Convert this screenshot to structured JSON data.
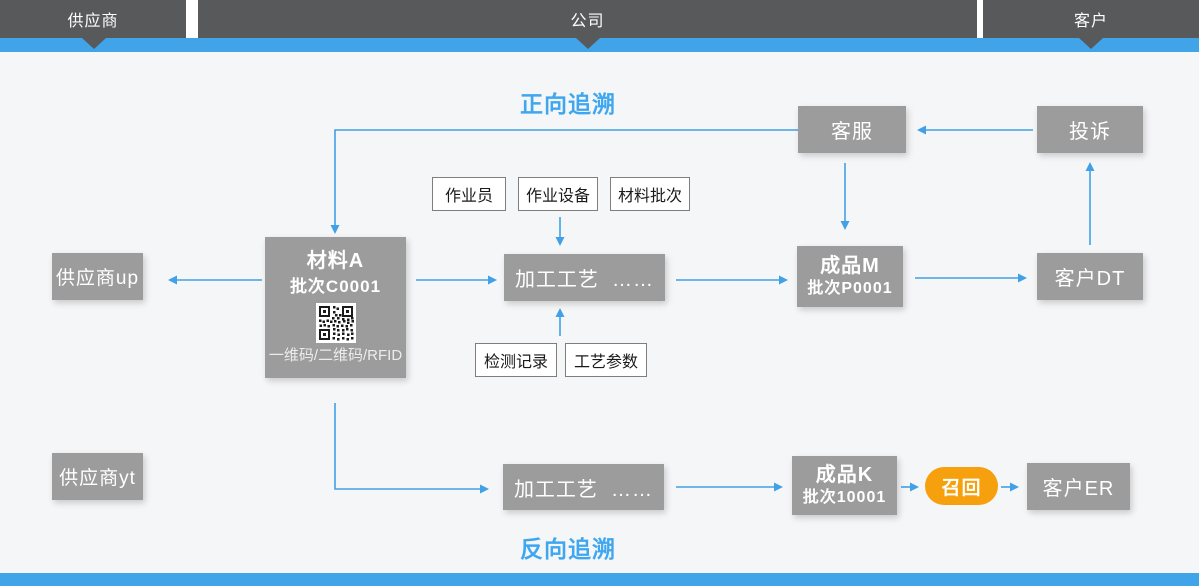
{
  "swimlanes": {
    "supplier": "供应商",
    "company": "公司",
    "customer": "客户"
  },
  "flow_labels": {
    "forward": "正向追溯",
    "backward": "反向追溯"
  },
  "nodes": {
    "customer_service": {
      "label": "客服"
    },
    "complaint": {
      "label": "投诉"
    },
    "supplier_up": {
      "label": "供应商up"
    },
    "supplier_yt": {
      "label": "供应商yt"
    },
    "material_a": {
      "title": "材料A",
      "batch": "批次C0001",
      "code_caption": "一维码/二维码/RFID",
      "qr_icon": "qr-code"
    },
    "process_forward": {
      "label": "加工工艺  ……"
    },
    "process_backward": {
      "label": "加工工艺  ……"
    },
    "product_m": {
      "title": "成品M",
      "batch": "批次P0001"
    },
    "product_k": {
      "title": "成品K",
      "batch": "批次10001"
    },
    "customer_dt": {
      "label": "客户DT"
    },
    "customer_er": {
      "label": "客户ER"
    },
    "recall": {
      "label": "召回"
    }
  },
  "info_tags": {
    "operator": "作业员",
    "equipment": "作业设备",
    "material_batch": "材料批次",
    "inspection_record": "检测记录",
    "process_parameter": "工艺参数"
  },
  "colors": {
    "header_gray": "#58595b",
    "accent_blue": "#41a3e8",
    "label_blue": "#3fa7f0",
    "node_gray": "#9c9c9c",
    "recall_orange": "#f5a00c"
  }
}
